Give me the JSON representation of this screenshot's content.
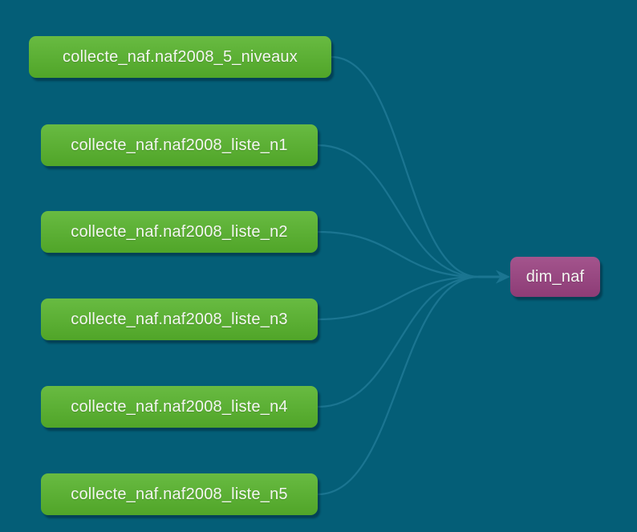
{
  "diagram": {
    "kind": "lineage-graph",
    "background_color": "#045e77",
    "edge_color": "#1b7591",
    "node_text_color": "#f4f6f1",
    "source_node_color": "#57b32c",
    "target_node_color": "#994180",
    "nodes": [
      {
        "id": "src1",
        "label": "collecte_naf.naf2008_5_niveaux",
        "type": "source",
        "color": "#57b32c"
      },
      {
        "id": "src2",
        "label": "collecte_naf.naf2008_liste_n1",
        "type": "source",
        "color": "#57b32c"
      },
      {
        "id": "src3",
        "label": "collecte_naf.naf2008_liste_n2",
        "type": "source",
        "color": "#57b32c"
      },
      {
        "id": "src4",
        "label": "collecte_naf.naf2008_liste_n3",
        "type": "source",
        "color": "#57b32c"
      },
      {
        "id": "src5",
        "label": "collecte_naf.naf2008_liste_n4",
        "type": "source",
        "color": "#57b32c"
      },
      {
        "id": "src6",
        "label": "collecte_naf.naf2008_liste_n5",
        "type": "source",
        "color": "#57b32c"
      },
      {
        "id": "target",
        "label": "dim_naf",
        "type": "target",
        "color": "#994180"
      }
    ],
    "edges": [
      {
        "from": "src1",
        "to": "target"
      },
      {
        "from": "src2",
        "to": "target"
      },
      {
        "from": "src3",
        "to": "target"
      },
      {
        "from": "src4",
        "to": "target"
      },
      {
        "from": "src5",
        "to": "target"
      },
      {
        "from": "src6",
        "to": "target"
      }
    ]
  }
}
